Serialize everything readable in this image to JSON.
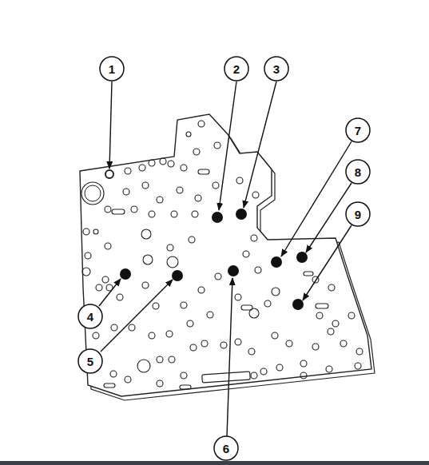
{
  "diagram": {
    "nodes": [
      {
        "text": [
          "1"
        ]
      },
      {
        "text": [
          "2"
        ]
      },
      {
        "text": [
          "3"
        ]
      },
      {
        "text": [
          "7"
        ]
      },
      {
        "text": [
          "8"
        ]
      },
      {
        "text": [
          "9"
        ]
      },
      {
        "text": [
          "4"
        ]
      },
      {
        "text": [
          "5"
        ]
      },
      {
        "text": [
          "6"
        ]
      }
    ]
  }
}
